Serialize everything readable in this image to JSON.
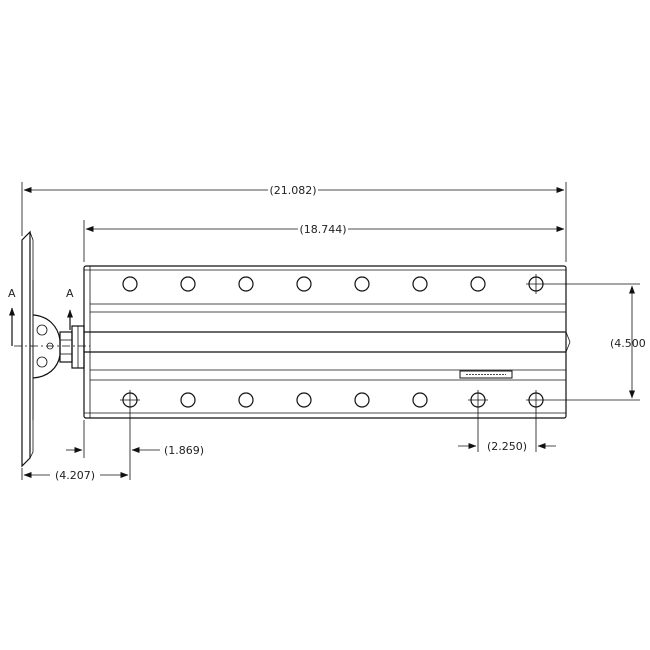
{
  "dimensions": {
    "overall_length": "21.082",
    "rail_length": "18.744",
    "hole_row_spacing": "4.500",
    "end_hole_offset": "1.869",
    "base_offset": "4.207",
    "hole_pitch": "2.250"
  },
  "section_labels": {
    "left": "A",
    "right": "A"
  },
  "colors": {
    "line": "#111111",
    "background": "#ffffff"
  }
}
